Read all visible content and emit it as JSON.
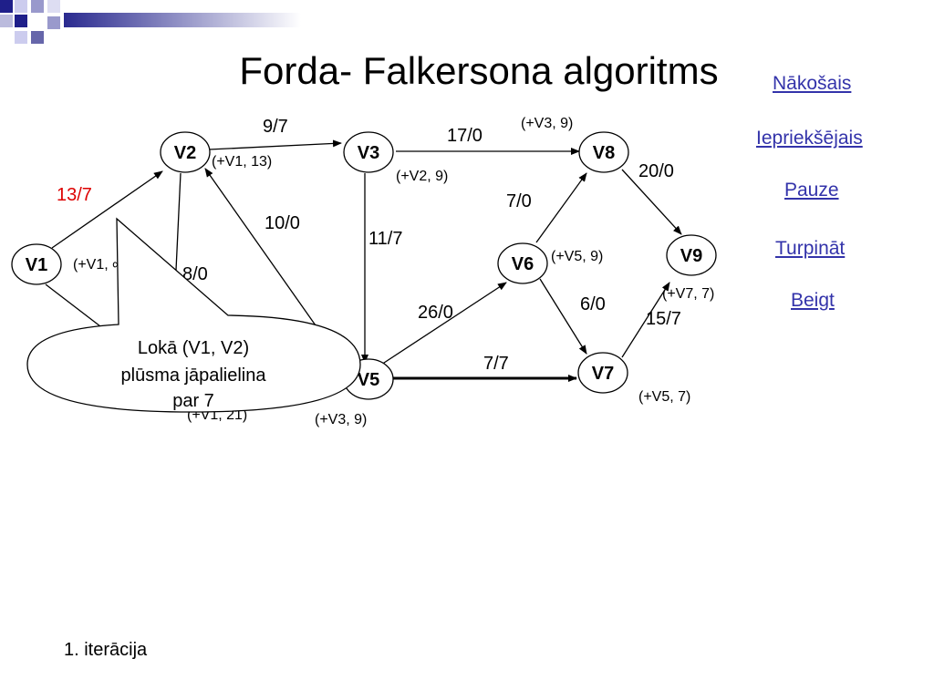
{
  "slide": {
    "title": "Forda- Falkersona algoritms",
    "footer": "1. iterācija"
  },
  "nav": {
    "next": "Nākošais",
    "previous": "Iepriekšējais",
    "pause": "Pauze",
    "continue": "Turpināt",
    "end": "Beigt",
    "link_color": "#3333aa"
  },
  "diagram": {
    "nodes": {
      "V1": "V1",
      "V2": "V2",
      "V3": "V3",
      "V5": "V5",
      "V6": "V6",
      "V7": "V7",
      "V8": "V8",
      "V9": "V9"
    },
    "edges": {
      "v1_v2": "13/7",
      "v2_v3": "9/7",
      "v3_v8": "17/0",
      "v8_v9": "20/0",
      "v5_v2": "10/0",
      "v2_v5": "8/0",
      "v3_v5": "11/7",
      "v6_v8": "7/0",
      "v5_v6": "26/0",
      "v6_v7": "6/0",
      "v7_v9": "15/7",
      "v5_v7": "7/7"
    },
    "marks": {
      "v2": "(+V1, 13)",
      "v3": "(+V2, 9)",
      "v8": "(+V3, 9)",
      "v6": "(+V5, 9)",
      "v9": "(+V7, 7)",
      "v7": "(+V5, 7)",
      "v5": "(+V3, 9)",
      "v1_partial": "(+V1, ∞",
      "hidden_partial": "(+V1, 21)"
    },
    "highlight_color": "#dd0000"
  },
  "callout": {
    "line1": "Lokā (V1, V2)",
    "line2": "plūsma jāpalielina",
    "line3": "par 7"
  }
}
